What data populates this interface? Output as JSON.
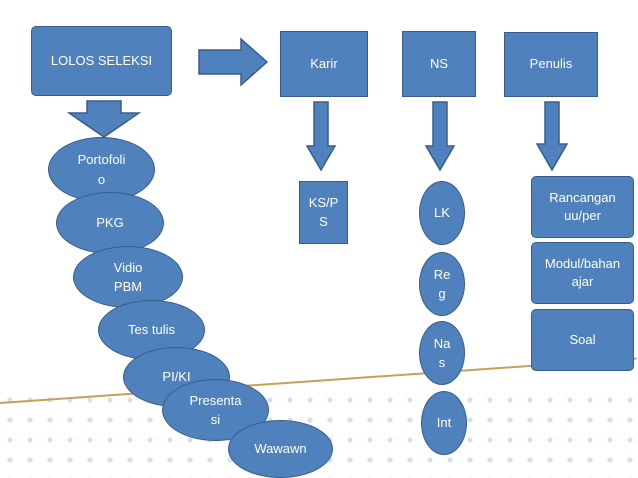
{
  "colors": {
    "fill": "#4f81bd",
    "stroke": "#385d8a",
    "text": "#ffffff"
  },
  "top_boxes": {
    "lolos": "LOLOS SELEKSI",
    "karir": "Karir",
    "ns": "NS",
    "penulis": "Penulis"
  },
  "lolos_steps": [
    "Portofoli\no",
    "PKG",
    "Vidio\nPBM",
    "Tes tulis",
    "PI/KI",
    "Presenta\nsi",
    "Wawawn"
  ],
  "karir_items": [
    "KS/P\nS"
  ],
  "ns_items": [
    "LK",
    "Re\ng",
    "Na\ns",
    "Int"
  ],
  "penulis_items": [
    "Rancangan\nuu/per",
    "Modul/bahan\najar",
    "Soal"
  ]
}
